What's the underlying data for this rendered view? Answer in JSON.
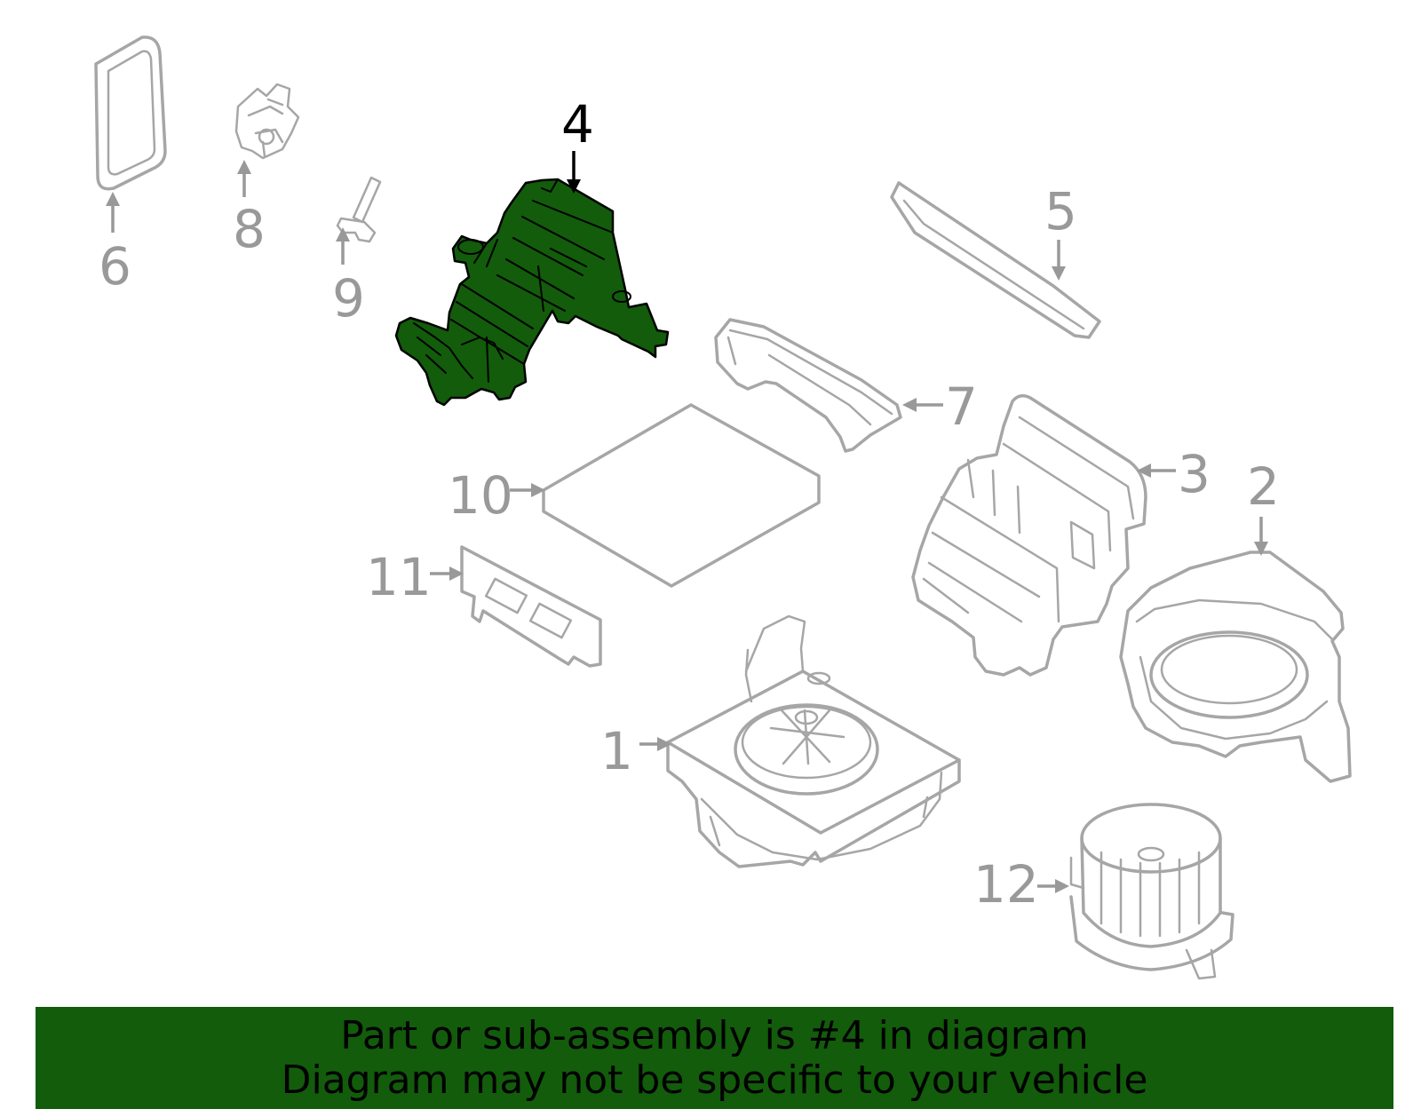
{
  "highlight_color": "#125c0b",
  "highlighted_part": "4",
  "callouts": {
    "p1": "1",
    "p2": "2",
    "p3": "3",
    "p4": "4",
    "p5": "5",
    "p6": "6",
    "p7": "7",
    "p8": "8",
    "p9": "9",
    "p10": "10",
    "p11": "11",
    "p12": "12"
  },
  "banner": {
    "line1": "Part or sub-assembly is #4 in diagram",
    "line2": "Diagram may not be specific to your vehicle"
  }
}
